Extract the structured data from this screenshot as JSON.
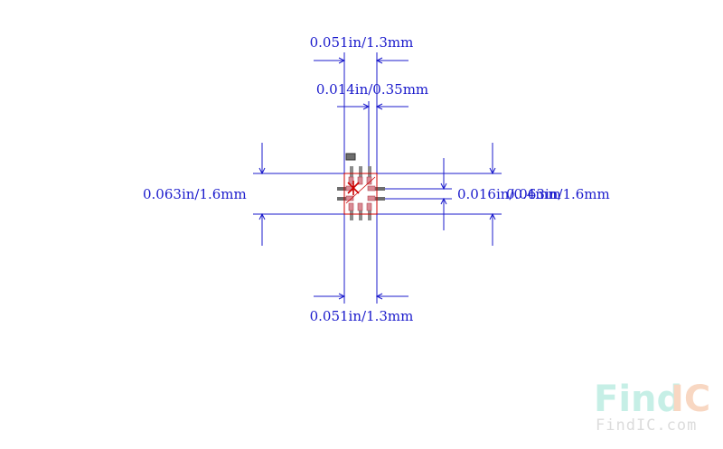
{
  "dimensions": {
    "top_width": "0.051in/1.3mm",
    "pad_width": "0.014in/0.35mm",
    "left_height": "0.063in/1.6mm",
    "right_pitch": "0.016in/0.4mm",
    "right_height": "0.063in/1.6mm",
    "bottom_width": "0.051in/1.3mm"
  },
  "watermark": {
    "logo_left": "Find",
    "logo_right": "IC",
    "url": "FindIC.com"
  },
  "colors": {
    "dimension_line": "#1b1bcc",
    "pad": "#8b8b8b",
    "body_outline": "#cc0000",
    "logo_left": "#c6efe6",
    "logo_right": "#f8d7c2"
  }
}
